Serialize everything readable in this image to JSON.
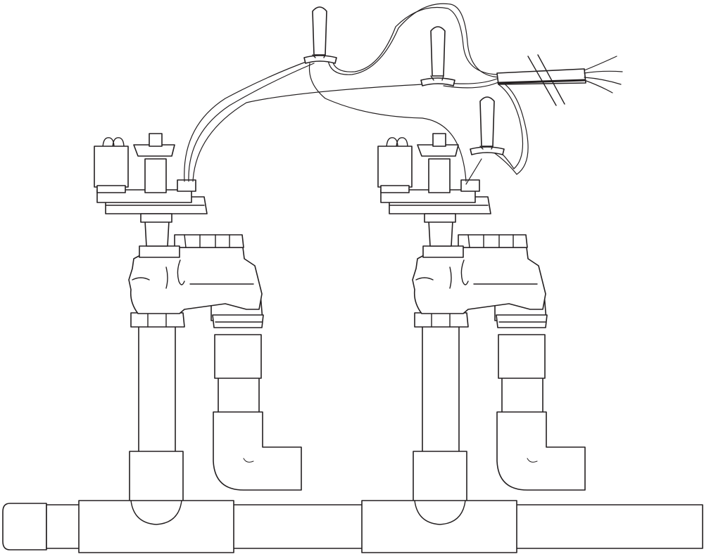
{
  "diagram": {
    "components": [
      {
        "name": "main-supply-pipe",
        "count": 1
      },
      {
        "name": "pipe-end-cap",
        "count": 1
      },
      {
        "name": "pipe-tee",
        "count": 2
      },
      {
        "name": "riser-pipe",
        "count": 2
      },
      {
        "name": "anti-siphon-valve",
        "count": 2
      },
      {
        "name": "solenoid",
        "count": 2
      },
      {
        "name": "outlet-elbow",
        "count": 2
      },
      {
        "name": "wire-connector",
        "count": 3
      },
      {
        "name": "multi-wire-cable",
        "count": 1
      }
    ]
  }
}
